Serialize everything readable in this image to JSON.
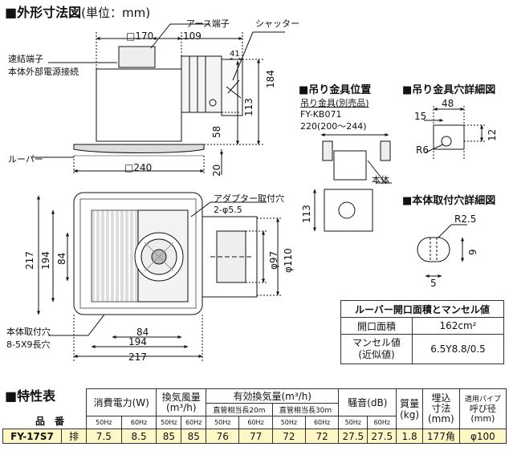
{
  "headings": {
    "outline": "■外形寸法図",
    "outline_unit": "(単位：mm)",
    "hanger_pos": "■吊り金具位置",
    "hanger_hole": "■吊り金具穴詳細図",
    "mount_hole": "■本体取付穴詳細図",
    "spec": "■特性表"
  },
  "drawing": {
    "dim_170": "□170",
    "dim_109": "109",
    "dim_41": "41",
    "dim_184": "184",
    "dim_113": "113",
    "dim_58": "58",
    "dim_20": "20",
    "dim_240": "□240",
    "dim_217": "217",
    "dim_194": "194",
    "dim_84": "84",
    "dim_84b": "84",
    "dim_phi97": "φ97",
    "dim_phi110": "φ110",
    "label_earth": "アース端子",
    "label_shutter": "シャッター",
    "label_connector_1": "速結端子",
    "label_connector_2": "本体外部電源接続",
    "label_louver": "ルーバー",
    "label_adapter_1": "アダプター取付穴",
    "label_adapter_2": "2-φ5.5",
    "label_mount_1": "本体取付穴",
    "label_mount_2": "8-5X9長穴"
  },
  "hanger": {
    "part_label": "吊り金具(別売品)",
    "part_no": "FY-KB071",
    "dim_220": "220(200～244)",
    "body_label": "本体",
    "dim_113": "113"
  },
  "hole_detail": {
    "dim_48": "48",
    "dim_15": "15",
    "dim_12": "12",
    "dim_r6": "R6"
  },
  "mount_detail": {
    "dim_r25": "R2.5",
    "dim_9": "9",
    "dim_5": "5"
  },
  "louver_table": {
    "title": "ルーバー開口面積とマンセル値",
    "r1_label": "開口面積",
    "r1_value": "162cm²",
    "r2_label_1": "マンセル値",
    "r2_label_2": "(近似値)",
    "r2_value": "6.5Y8.8/0.5"
  },
  "spec": {
    "power": "消費電力(W)",
    "airflow": "換気風量",
    "airflow_unit": "(m³/h)",
    "effective": "有効換気量(m³/h)",
    "duct20": "直管相当長20m",
    "duct30": "直管相当長30m",
    "noise": "騒音(dB)",
    "mass_1": "質量",
    "mass_2": "(kg)",
    "emb_1": "埋込",
    "emb_2": "寸法",
    "emb_3": "(mm)",
    "pipe_1": "適用パイプ",
    "pipe_2": "呼び径",
    "pipe_3": "(mm)",
    "model_header": "品　番",
    "hz50": "50Hz",
    "hz60": "60Hz",
    "model": "FY-17S7",
    "kind": "排",
    "values": [
      "7.5",
      "8.5",
      "85",
      "85",
      "76",
      "77",
      "72",
      "72",
      "27.5",
      "27.5",
      "1.8",
      "177角",
      "φ100"
    ]
  }
}
